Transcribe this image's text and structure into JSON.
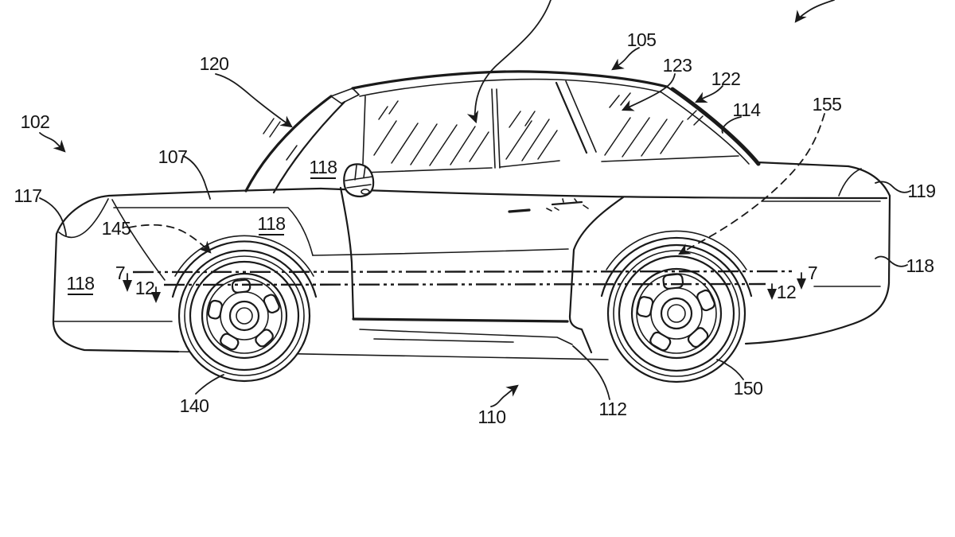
{
  "figure": {
    "kind": "patent line drawing",
    "subject": "vehicle side elevation (four-door sedan) with reference numerals",
    "background_color": "#ffffff",
    "line_color": "#1a1a1a"
  },
  "labels": [
    {
      "id": "102",
      "text": "102",
      "points_to": "vehicle body (front upper area)"
    },
    {
      "id": "120",
      "text": "120",
      "points_to": "windshield / A-pillar"
    },
    {
      "id": "105",
      "text": "105",
      "points_to": "rear roof area"
    },
    {
      "id": "123",
      "text": "123",
      "points_to": "rear quarter window"
    },
    {
      "id": "122",
      "text": "122",
      "points_to": "rear pillar band"
    },
    {
      "id": "114",
      "text": "114",
      "points_to": "rear glass lower edge"
    },
    {
      "id": "155",
      "text": "155",
      "points_to": "rear wheel (dashed leader)"
    },
    {
      "id": "119",
      "text": "119",
      "points_to": "trunk rear corner"
    },
    {
      "id": "117",
      "text": "117",
      "points_to": "front bumper / headlamp region"
    },
    {
      "id": "107",
      "text": "107",
      "points_to": "hood / fender line"
    },
    {
      "id": "145",
      "text": "145",
      "points_to": "front wheel (dashed leader)"
    },
    {
      "id": "140",
      "text": "140",
      "points_to": "front wheel rim"
    },
    {
      "id": "110",
      "text": "110",
      "points_to": "lower body / rocker area"
    },
    {
      "id": "112",
      "text": "112",
      "points_to": "rocker panel rear"
    },
    {
      "id": "150",
      "text": "150",
      "points_to": "rear wheel rim"
    },
    {
      "id": "118a",
      "text": "118",
      "points_to": "cowl-side panel surface (underlined)"
    },
    {
      "id": "118b",
      "text": "118",
      "points_to": "front fender surface (underlined)"
    },
    {
      "id": "118c",
      "text": "118",
      "points_to": "front bumper surface (underlined)"
    },
    {
      "id": "118d",
      "text": "118",
      "points_to": "rear bumper surface"
    },
    {
      "id": "7L",
      "text": "7",
      "points_to": "section line 7-7 left end"
    },
    {
      "id": "7R",
      "text": "7",
      "points_to": "section line 7-7 right end"
    },
    {
      "id": "12L",
      "text": "12",
      "points_to": "section line 12-12 left end"
    },
    {
      "id": "12R",
      "text": "12",
      "points_to": "section line 12-12 right end"
    }
  ]
}
